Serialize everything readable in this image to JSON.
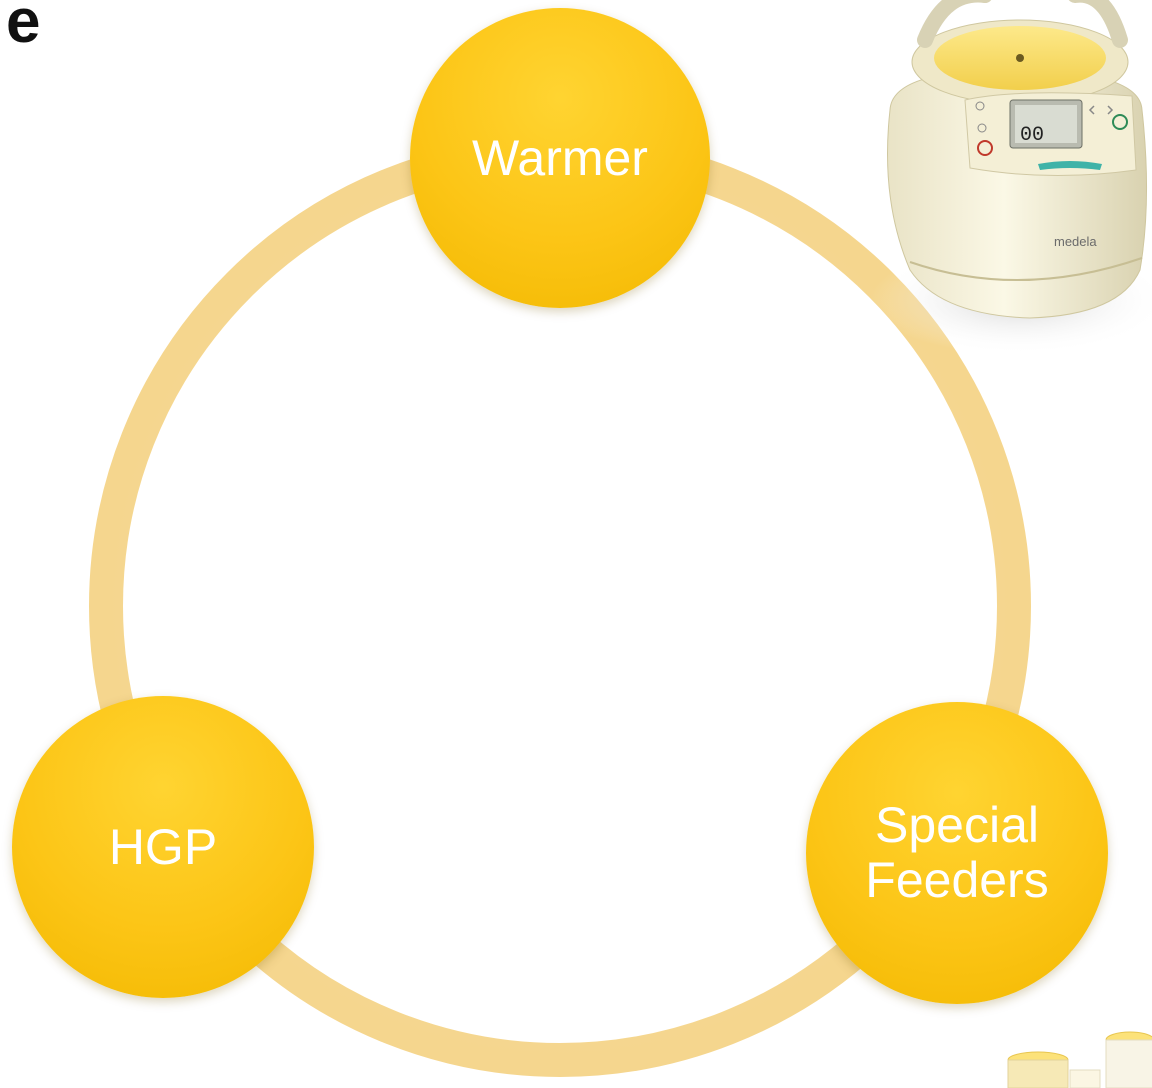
{
  "title_fragment": "e",
  "diagram": {
    "type": "cycle",
    "ring_color": "#f7dd9b",
    "node_color": "#fcc516",
    "node_text_color": "#ffffff",
    "nodes": [
      {
        "id": "warmer",
        "label": "Warmer"
      },
      {
        "id": "hgp",
        "label": "HGP"
      },
      {
        "id": "special-feeders",
        "label_line1": "Special",
        "label_line2": "Feeders"
      }
    ]
  },
  "product_image": {
    "brand_text": "medela",
    "display_digits": "00"
  }
}
